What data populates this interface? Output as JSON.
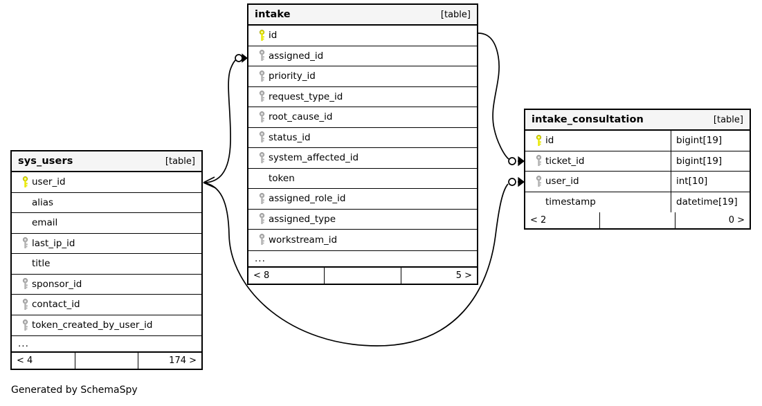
{
  "diagram": {
    "caption": "Generated by SchemaSpy",
    "kind_label": "[table]",
    "ellipsis": "...",
    "colors": {
      "primary_key": "#e8e800",
      "foreign_key": "#b0b0b0",
      "header_background": "#f5f5f5",
      "border": "#000000",
      "background": "#ffffff"
    }
  },
  "tables": {
    "intake": {
      "name": "intake",
      "kind": "[table]",
      "columns": [
        {
          "name": "id",
          "key": "primary"
        },
        {
          "name": "assigned_id",
          "key": "foreign"
        },
        {
          "name": "priority_id",
          "key": "foreign"
        },
        {
          "name": "request_type_id",
          "key": "foreign"
        },
        {
          "name": "root_cause_id",
          "key": "foreign"
        },
        {
          "name": "status_id",
          "key": "foreign"
        },
        {
          "name": "system_affected_id",
          "key": "foreign"
        },
        {
          "name": "token",
          "key": "none"
        },
        {
          "name": "assigned_role_id",
          "key": "foreign"
        },
        {
          "name": "assigned_type",
          "key": "foreign"
        },
        {
          "name": "workstream_id",
          "key": "foreign"
        }
      ],
      "more_indicator": "...",
      "footer": {
        "left": "< 8",
        "middle": "",
        "right": "5 >"
      }
    },
    "sys_users": {
      "name": "sys_users",
      "kind": "[table]",
      "columns": [
        {
          "name": "user_id",
          "key": "primary"
        },
        {
          "name": "alias",
          "key": "none"
        },
        {
          "name": "email",
          "key": "none"
        },
        {
          "name": "last_ip_id",
          "key": "foreign"
        },
        {
          "name": "title",
          "key": "none"
        },
        {
          "name": "sponsor_id",
          "key": "foreign"
        },
        {
          "name": "contact_id",
          "key": "foreign"
        },
        {
          "name": "token_created_by_user_id",
          "key": "foreign"
        }
      ],
      "more_indicator": "...",
      "footer": {
        "left": "< 4",
        "middle": "",
        "right": "174 >"
      }
    },
    "intake_consultation": {
      "name": "intake_consultation",
      "kind": "[table]",
      "columns": [
        {
          "name": "id",
          "key": "primary",
          "type": "bigint[19]"
        },
        {
          "name": "ticket_id",
          "key": "foreign",
          "type": "bigint[19]"
        },
        {
          "name": "user_id",
          "key": "foreign",
          "type": "int[10]"
        },
        {
          "name": "timestamp",
          "key": "none",
          "type": "datetime[19]"
        }
      ],
      "footer": {
        "left": "< 2",
        "middle": "",
        "right": "0 >"
      }
    }
  },
  "relationships": [
    {
      "from": "sys_users.user_id",
      "to": "intake.assigned_id",
      "from_cardinality": "many",
      "to_cardinality": "zero-or-one"
    },
    {
      "from": "intake.id",
      "to": "intake_consultation.ticket_id",
      "from_cardinality": "many",
      "to_cardinality": "zero-or-one"
    },
    {
      "from": "sys_users.user_id",
      "to": "intake_consultation.user_id",
      "from_cardinality": "many",
      "to_cardinality": "zero-or-one"
    }
  ]
}
